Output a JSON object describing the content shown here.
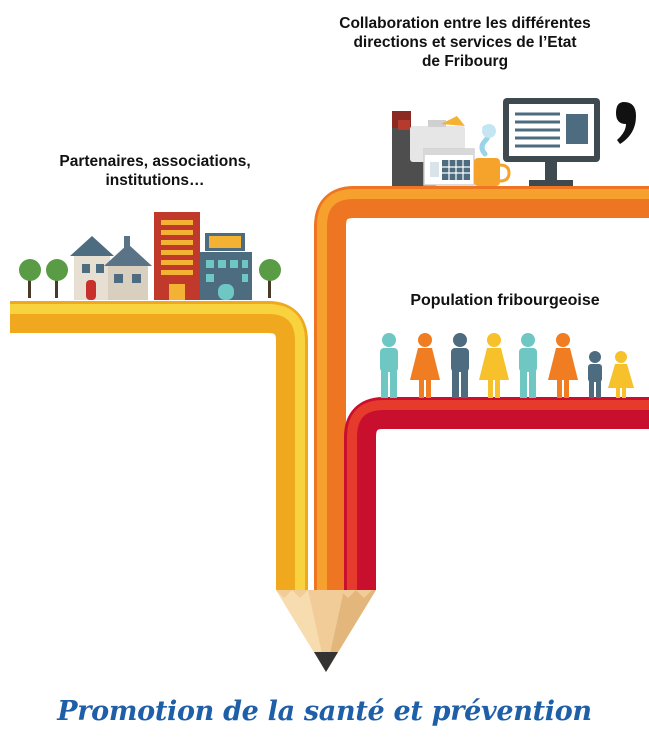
{
  "labels": {
    "collaboration_line1": "Collaboration entre les différentes",
    "collaboration_line2": "directions et services de l’Etat",
    "collaboration_line3": "de Fribourg",
    "partners_line1": "Partenaires, associations,",
    "partners_line2": "institutions…",
    "population": "Population fribourgeoise"
  },
  "title": "Promotion de la santé et prévention",
  "colors": {
    "yellow_pencil": "#f6c12b",
    "orange_pencil": "#f07d21",
    "red_pencil": "#c8102e",
    "title_blue": "#1f5fa8",
    "teal": "#6fc7c4",
    "slate": "#4d6c80"
  },
  "icons": {
    "government": [
      "office-building-icon",
      "briefcase-icon",
      "calendar-icon",
      "coffee-mug-icon",
      "desktop-monitor-icon",
      "quote-mark-icon"
    ],
    "partners": [
      "tree-icon",
      "house-icon",
      "apartment-building-icon",
      "shop-building-icon"
    ],
    "population": [
      "man-icon",
      "woman-icon",
      "boy-icon",
      "girl-icon"
    ]
  }
}
